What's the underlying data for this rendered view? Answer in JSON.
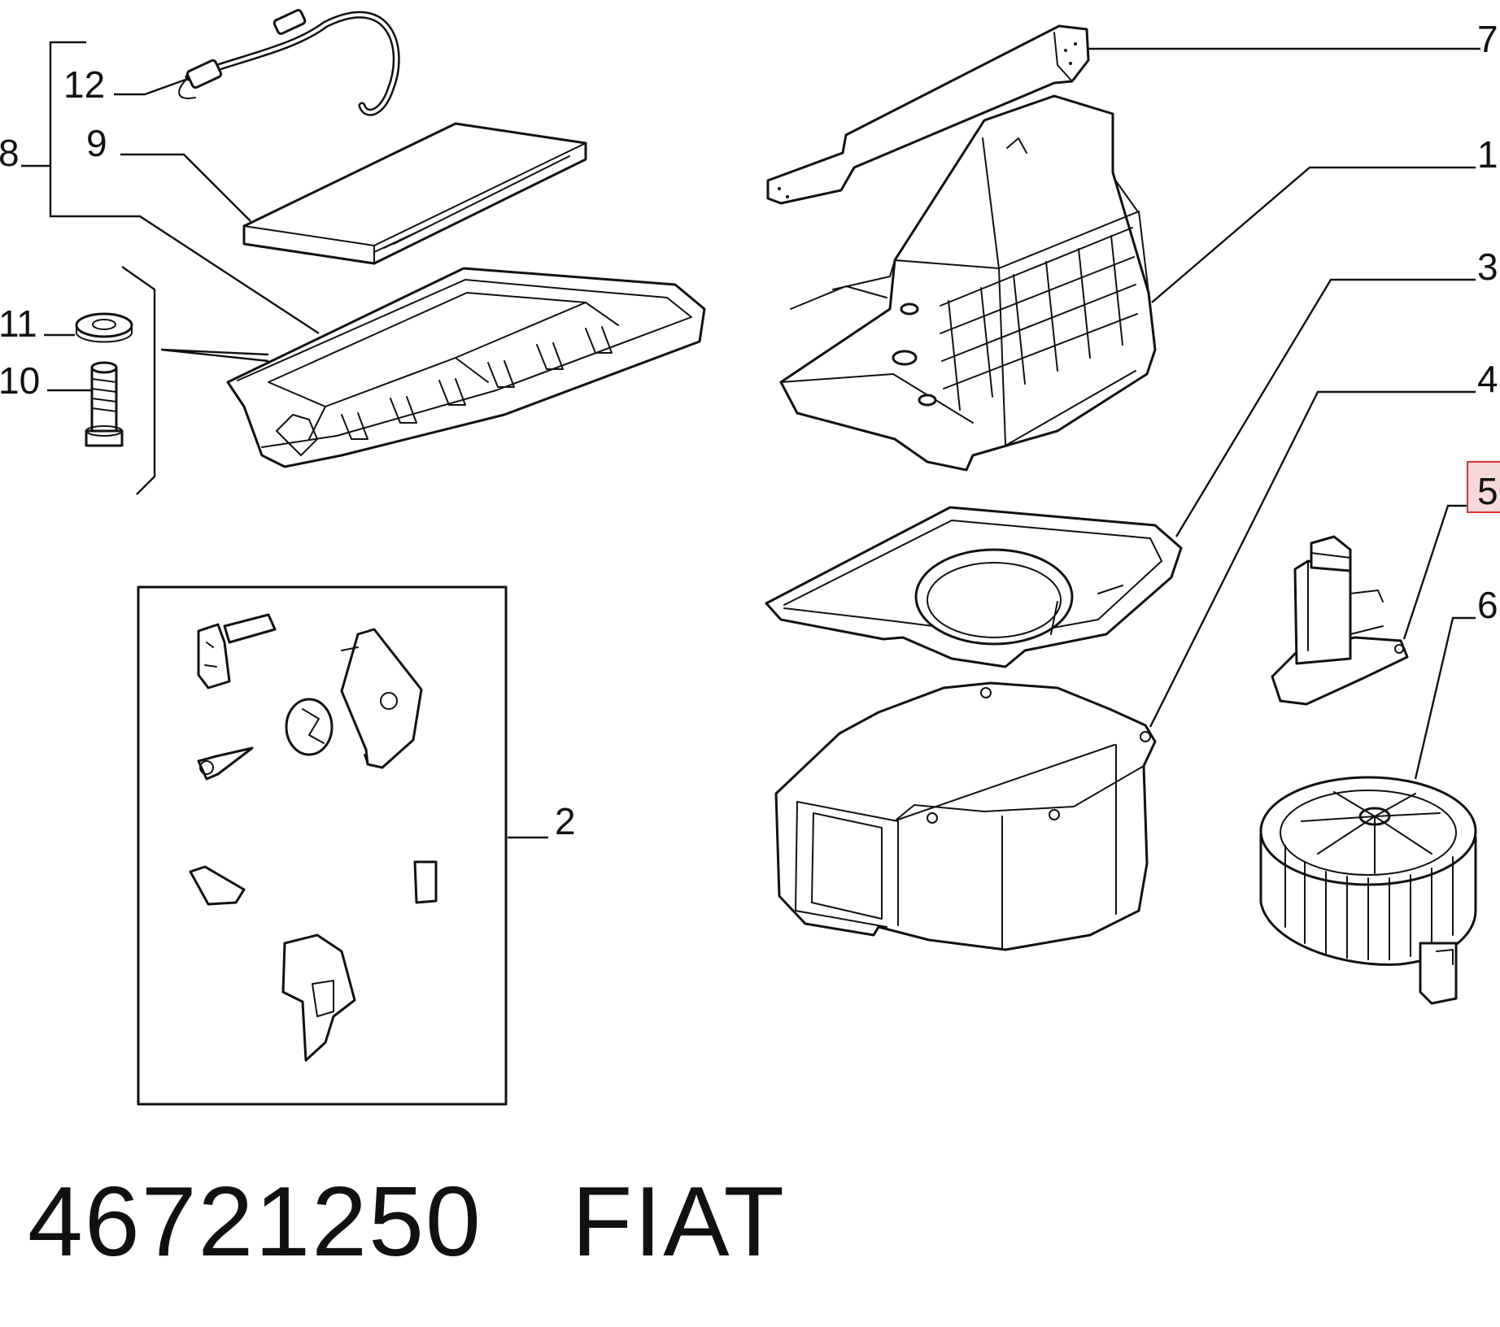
{
  "callouts": {
    "c1": "1",
    "c2": "2",
    "c3": "3",
    "c4": "4",
    "c5": "5",
    "c6": "6",
    "c7": "7",
    "c8": "8",
    "c9": "9",
    "c10": "10",
    "c11": "11",
    "c12": "12"
  },
  "highlighted_callout": "5",
  "colors": {
    "line": "#111111",
    "highlight_fill": "#f6d9d9",
    "highlight_stroke": "#dd3333"
  },
  "caption": {
    "part_number": "46721250",
    "brand": "FIAT"
  }
}
